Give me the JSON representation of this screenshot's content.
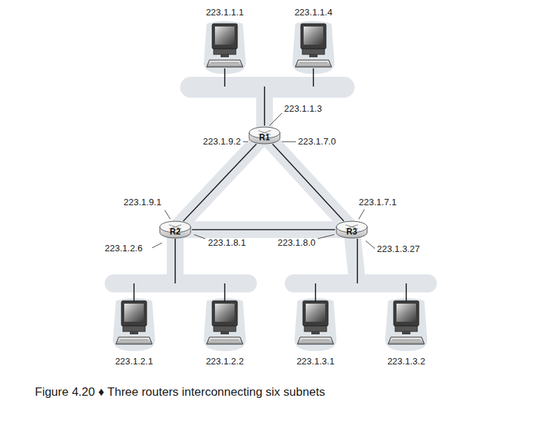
{
  "diagram": {
    "caption": "Figure 4.20 ♦ Three routers interconnecting six subnets",
    "nodes": [
      {
        "text": [
          "R1"
        ]
      },
      {
        "text": [
          "R2"
        ]
      },
      {
        "text": [
          "R3"
        ]
      }
    ],
    "edges": [
      {
        "from": 0,
        "to": 1,
        "arrow": "none"
      },
      {
        "from": 0,
        "to": 2,
        "arrow": "none"
      },
      {
        "from": 1,
        "to": 2,
        "arrow": "none"
      }
    ],
    "labels": [
      "223.1.1.1",
      "223.1.1.4",
      "223.1.1.3",
      "223.1.9.2",
      "223.1.7.0",
      "223.1.9.1",
      "223.1.7.1",
      "223.1.8.1",
      "223.1.8.0",
      "223.1.2.6",
      "223.1.3.27",
      "223.1.2.1",
      "223.1.2.2",
      "223.1.3.1",
      "223.1.3.2"
    ]
  }
}
